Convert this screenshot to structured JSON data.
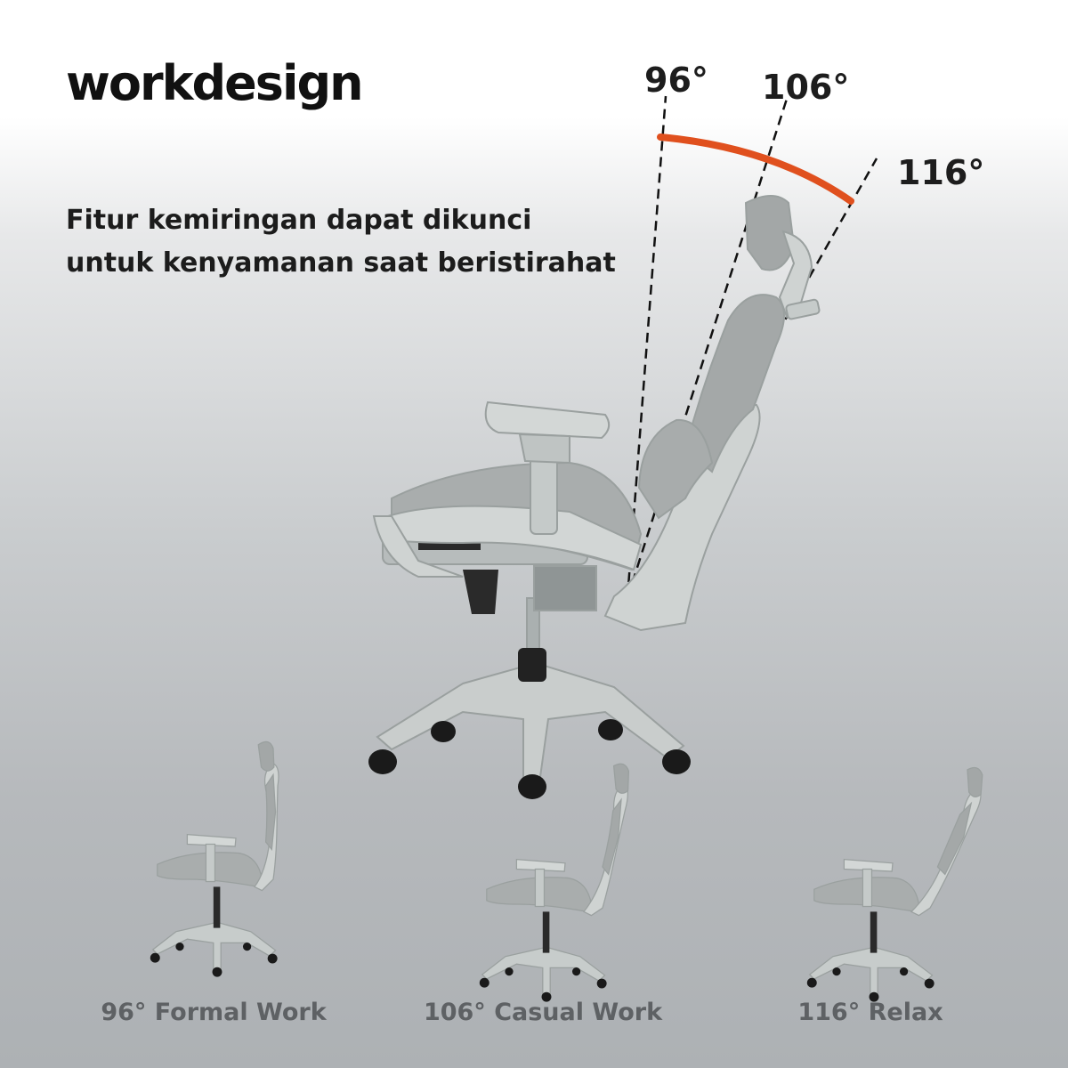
{
  "brand": "workdesign",
  "tagline": {
    "line1": "Fitur kemiringan dapat dikunci",
    "line2": "untuk kenyamanan saat beristirahat"
  },
  "angles": [
    "96°",
    "106°",
    "116°"
  ],
  "arc_color": "#e0501e",
  "captions": [
    "96° Formal Work",
    "106° Casual Work",
    "116° Relax"
  ],
  "recline_options": [
    {
      "angle_deg": 96,
      "mode": "Formal Work"
    },
    {
      "angle_deg": 106,
      "mode": "Casual Work"
    },
    {
      "angle_deg": 116,
      "mode": "Relax"
    }
  ]
}
